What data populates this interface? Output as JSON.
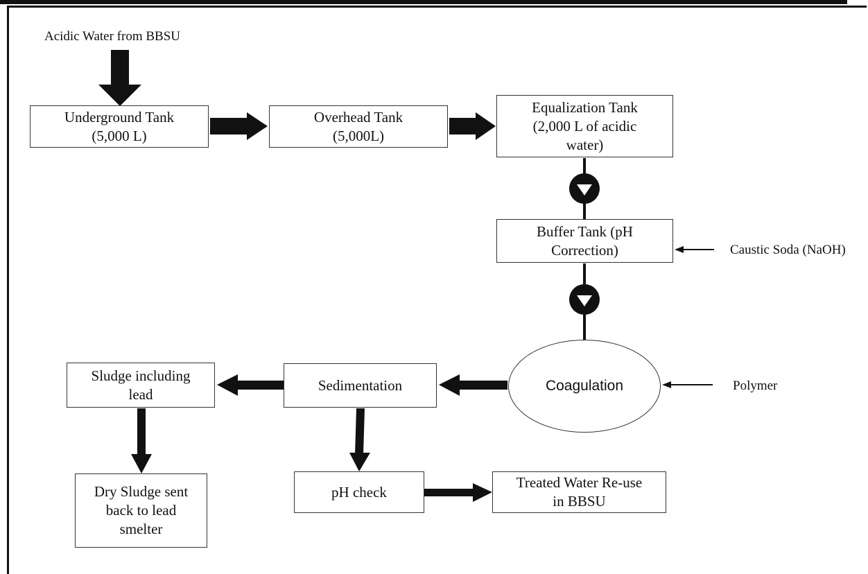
{
  "diagram": {
    "source_label": "Acidic Water from BBSU",
    "nodes": {
      "underground_tank": "Underground Tank\n(5,000 L)",
      "overhead_tank": "Overhead Tank\n(5,000L)",
      "equalization_tank": "Equalization Tank\n(2,000 L of acidic\nwater)",
      "buffer_tank": "Buffer Tank (pH\nCorrection)",
      "coagulation": "Coagulation",
      "sedimentation": "Sedimentation",
      "sludge": "Sludge including\nlead",
      "dry_sludge": "Dry Sludge sent\nback to lead\nsmelter",
      "ph_check": "pH check",
      "treated_water": "Treated Water Re-use\nin BBSU"
    },
    "inputs": {
      "caustic_soda": "Caustic Soda (NaOH)",
      "polymer": "Polymer"
    }
  }
}
